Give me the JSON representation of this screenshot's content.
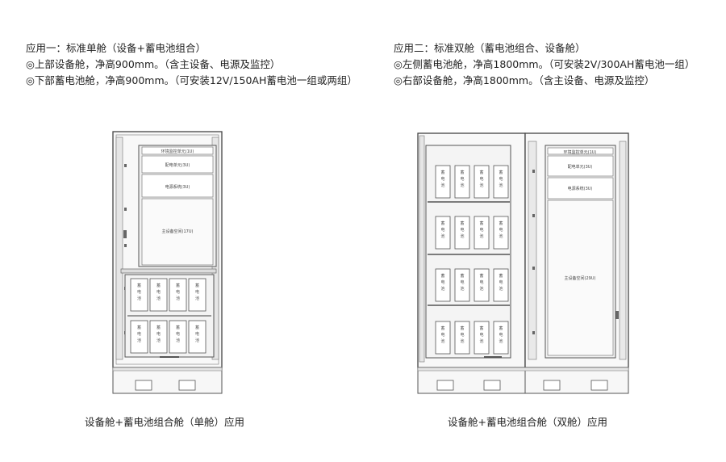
{
  "left": {
    "heading": "应用一：标准单舱（设备+蓄电池组合）",
    "line1": "◎上部设备舱，净高900mm。（含主设备、电源及监控）",
    "line2": "◎下部蓄电池舱，净高900mm。（可安装12V/150AH蓄电池一组或两组）",
    "caption": "设备舱+蓄电池组合舱（单舱）应用",
    "modules": [
      "环境监控单元(1U)",
      "配电单元(3U)",
      "电源系统(3U)",
      "主设备空间(17U)"
    ],
    "battery_label": "蓄电池"
  },
  "right": {
    "heading": "应用二：标准双舱（蓄电池组合、设备舱）",
    "line1": "◎左侧蓄电池舱，净高1800mm。（可安装2V/300AH蓄电池一组）",
    "line2": "◎右部设备舱，净高1800mm。（含主设备、电源及监控）",
    "caption": "设备舱+蓄电池组合舱（双舱）应用",
    "modules": [
      "环境监控单元(1U)",
      "配电单元(3U)",
      "电源系统(3U)",
      "主设备空间(29U)"
    ],
    "battery_label": "蓄电池"
  },
  "colors": {
    "frame": "#555555",
    "panel": "#f4f4f4",
    "base": "#f7f7f7"
  }
}
